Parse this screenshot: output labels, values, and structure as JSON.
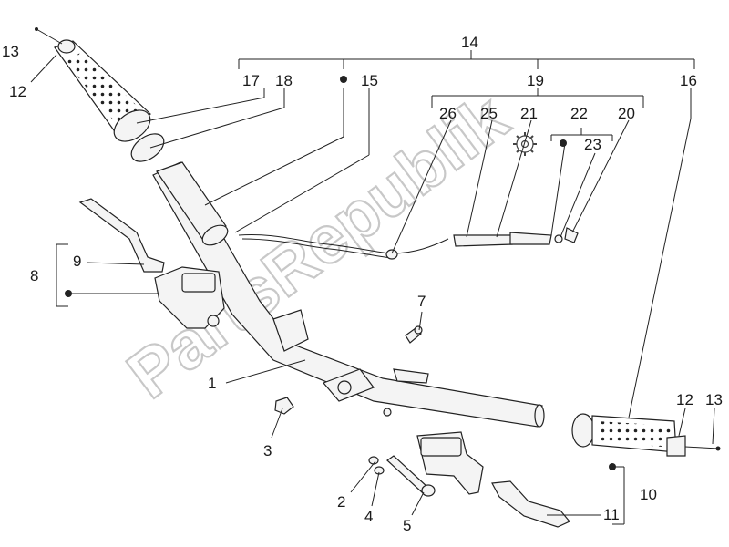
{
  "watermark": "PartsRepublik",
  "labels": {
    "l1": "1",
    "l2": "2",
    "l3": "3",
    "l4": "4",
    "l5": "5",
    "l7": "7",
    "l8": "8",
    "l9": "9",
    "l10": "10",
    "l11": "11",
    "l12a": "12",
    "l12b": "12",
    "l13a": "13",
    "l13b": "13",
    "l14": "14",
    "l15": "15",
    "l16": "16",
    "l17": "17",
    "l18": "18",
    "l19": "19",
    "l20": "20",
    "l21": "21",
    "l22": "22",
    "l23": "23",
    "l25": "25",
    "l26": "26"
  }
}
